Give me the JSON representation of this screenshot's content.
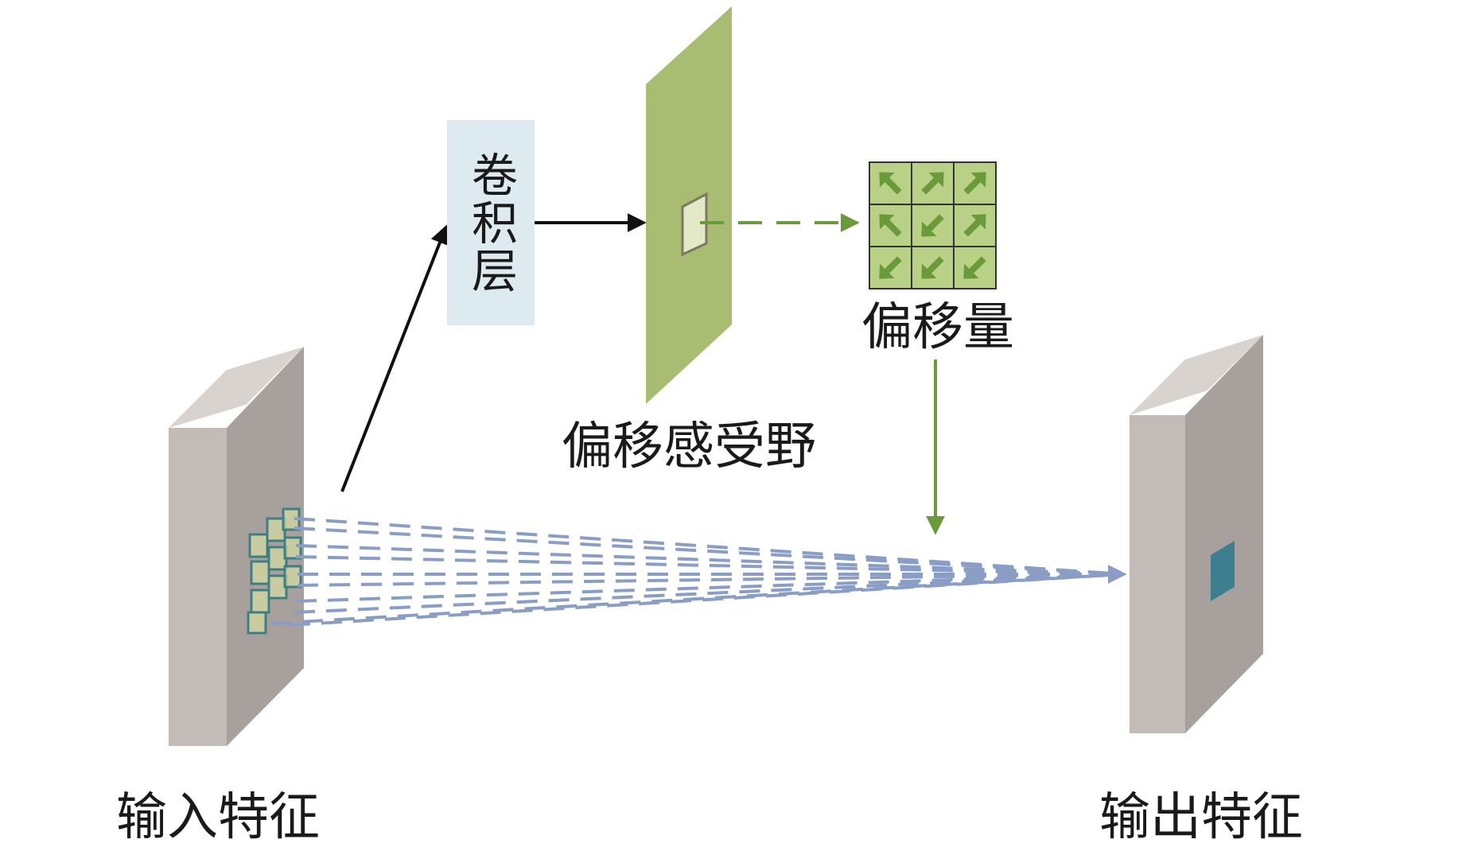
{
  "labels": {
    "conv_layer": "卷积层",
    "offset_receptive_field": "偏移感受野",
    "offset": "偏移量",
    "input_feature": "输入特征",
    "output_feature": "输出特征"
  },
  "colors": {
    "slab_front": "#c3bbb7",
    "slab_side": "#a8a09c",
    "slab_top": "#d9d3cf",
    "green_plane": "#a9bd72",
    "green_plane_side": "#c5d59b",
    "green_arrow": "#6a9a3a",
    "blue_dashed": "#8a9dc4",
    "conv_box": "#ddebf1",
    "offset_grid_fill": "#b8d186",
    "output_patch": "#3e7f8f",
    "black_arrow": "#111111"
  },
  "offset_grid": {
    "rows": 3,
    "cols": 3,
    "arrow_directions_deg": [
      225,
      315,
      315,
      225,
      135,
      315,
      135,
      135,
      135
    ]
  },
  "sampling_lines": {
    "count": 10
  }
}
